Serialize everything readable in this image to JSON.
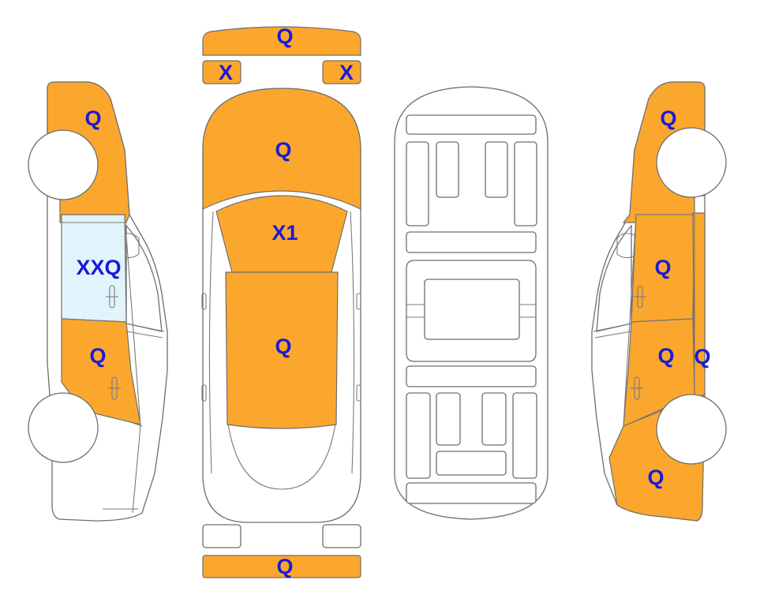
{
  "colors": {
    "damaged": "#fba72e",
    "glass": "#e2f4fb",
    "outline": "#6e6e6e",
    "label": "#1a1ad6"
  },
  "left_side": {
    "front_fender_label": "Q",
    "front_door_glass_label": "XXQ",
    "rear_door_label": "Q"
  },
  "top_view": {
    "front_bumper_label": "Q",
    "left_headlight_label": "X",
    "right_headlight_label": "X",
    "hood_label": "Q",
    "windshield_label": "X1",
    "roof_label": "Q",
    "rear_bumper_label": "Q"
  },
  "right_side": {
    "front_fender_label": "Q",
    "front_door_label": "Q",
    "rear_door_label": "Q",
    "b_pillar_label": "Q",
    "rear_quarter_label": "Q"
  }
}
